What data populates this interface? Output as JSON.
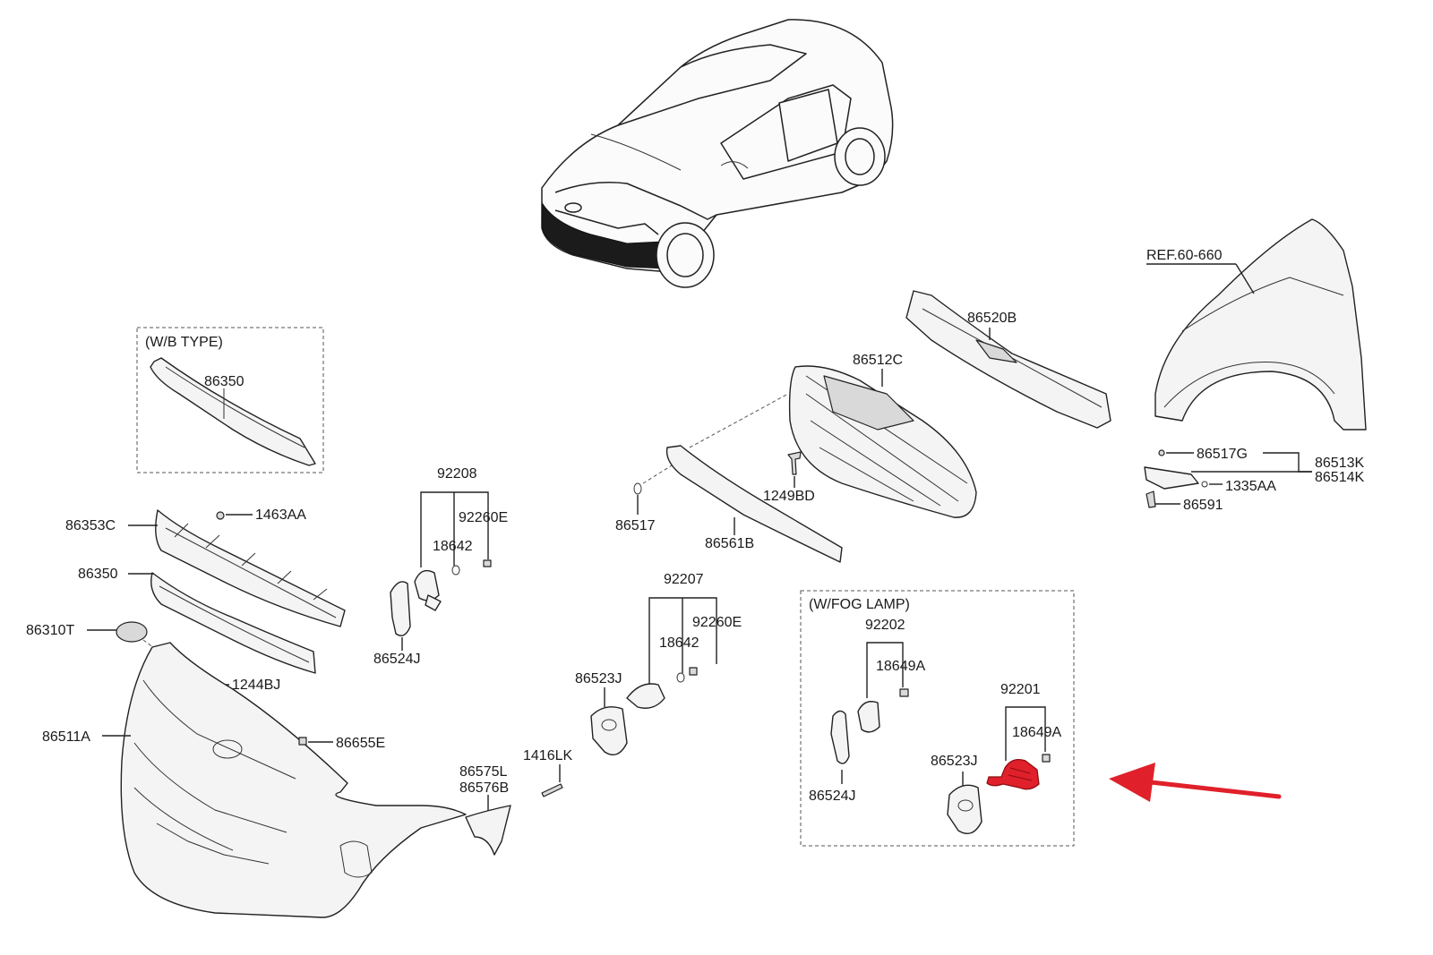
{
  "diagram": {
    "groups": {
      "wb_type": "(W/B TYPE)",
      "fog_lamp": "(W/FOG LAMP)"
    },
    "reference": "REF.60-660",
    "labels": {
      "p86350_wb": "86350",
      "p86353C": "86353C",
      "p1463AA": "1463AA",
      "p86350": "86350",
      "p86310T": "86310T",
      "p1244BJ": "1244BJ",
      "p86511A": "86511A",
      "p86655E": "86655E",
      "p92208": "92208",
      "p92260E_a": "92260E",
      "p18642_a": "18642",
      "p86524J_a": "86524J",
      "p86575L": "86575L",
      "p86576B": "86576B",
      "p1416LK": "1416LK",
      "p92207": "92207",
      "p18642_b": "18642",
      "p92260E_b": "92260E",
      "p86523J_a": "86523J",
      "p86517": "86517",
      "p86561B": "86561B",
      "p1249BD": "1249BD",
      "p86512C": "86512C",
      "p86520B": "86520B",
      "p92202": "92202",
      "p18649A_a": "18649A",
      "p86524J_b": "86524J",
      "p92201": "92201",
      "p18649A_b": "18649A",
      "p86523J_b": "86523J",
      "p86517G": "86517G",
      "p86513K": "86513K",
      "p86514K": "86514K",
      "p1335AA": "1335AA",
      "p86591": "86591"
    },
    "highlight_color": "#e0202a",
    "arrow_color": "#e0202a",
    "icons": [
      "car-illustration",
      "highlighted-fog-lamp-92201",
      "red-arrow-icon"
    ]
  }
}
